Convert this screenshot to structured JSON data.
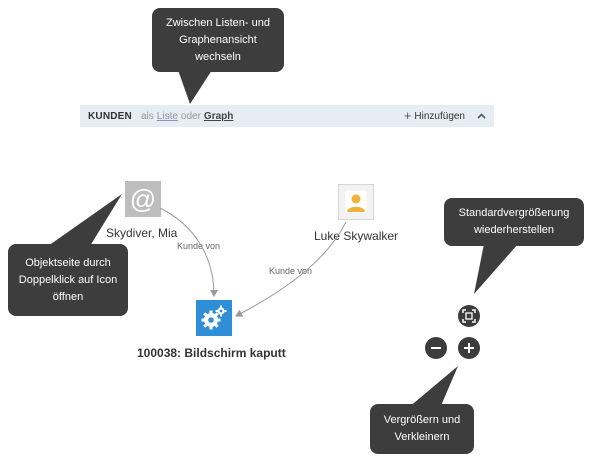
{
  "tooltips": {
    "view_switch": "Zwischen Listen- und\nGraphenansicht\nwechseln",
    "object_page": "Objektseite durch\nDoppelklick auf Icon\nöffnen",
    "reset_zoom": "Standardvergrößerung\nwiederherstellen",
    "zoom_in_out": "Vergrößern und\nVerkleinern"
  },
  "toolbar": {
    "title": "KUNDEN",
    "as_text": "als",
    "list_link": "Liste",
    "or_text": "oder",
    "graph_link": "Graph",
    "add_label": "Hinzufügen",
    "add_icon": "plus-icon",
    "collapse_icon": "chevron-up-icon"
  },
  "graph": {
    "nodes": {
      "customer_a": {
        "label": "Skydiver, Mia",
        "icon": "email-icon",
        "icon_text": "@"
      },
      "customer_b": {
        "label": "Luke Skywalker",
        "icon": "person-icon"
      },
      "ticket": {
        "label": "100038: Bildschirm kaputt",
        "icon": "gear-icon"
      }
    },
    "edges": [
      {
        "from": "Skydiver, Mia",
        "to": "100038: Bildschirm kaputt",
        "label": "Kunde von"
      },
      {
        "from": "Luke Skywalker",
        "to": "100038: Bildschirm kaputt",
        "label": "Kunde von"
      }
    ]
  },
  "zoom_controls": {
    "reset_icon": "fit-to-screen-icon",
    "zoom_out_icon": "minus-icon",
    "zoom_in_icon": "plus-icon"
  },
  "colors": {
    "tooltip_bg": "#3d3d3d",
    "toolbar_bg": "#e6edf4",
    "ticket_icon_bg": "#2f8fd6",
    "email_icon_bg": "#bdbdbd",
    "edge_color": "#9a9a9a"
  }
}
